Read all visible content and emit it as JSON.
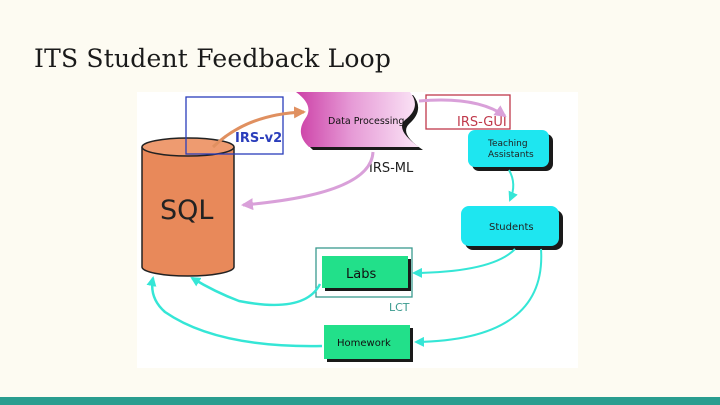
{
  "slide": {
    "title": "ITS Student Feedback Loop"
  },
  "diagram": {
    "nodes": {
      "sql": "SQL",
      "data_processing": "Data Processing",
      "teaching_assistants_line1": "Teaching",
      "teaching_assistants_line2": "Assistants",
      "students": "Students",
      "labs": "Labs",
      "homework": "Homework"
    },
    "labels": {
      "irs_v2": "IRS-v2",
      "irs_ml": "IRS-ML",
      "irs_gui": "IRS-GUI",
      "lct": "LCT"
    }
  },
  "colors": {
    "cylinder": "#e8895a",
    "cyan_box": "#1ee6f0",
    "green_box": "#22e08a",
    "arrow_cyan": "#35e6d6",
    "arrow_orange": "#e09060",
    "arrow_pink": "#d9a0d9",
    "irs_v2_blue": "#2a3dbb",
    "irs_gui_red": "#c0394b",
    "lct_teal": "#3a9a8e",
    "accent_bar": "#2a9d8f"
  }
}
